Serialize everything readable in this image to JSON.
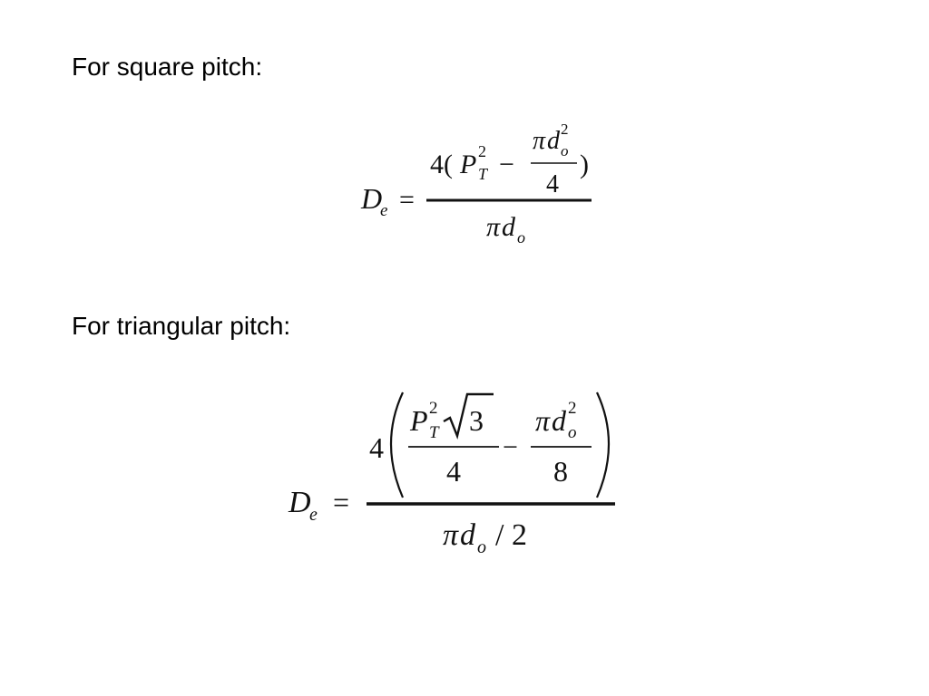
{
  "slide": {
    "square_caption": "For square pitch:",
    "triangular_caption": "For triangular pitch:"
  },
  "equation_square": {
    "lhs_symbol": "D",
    "lhs_sub": "e",
    "equals": "=",
    "num_coef": "4(",
    "pitch_symbol": "P",
    "pitch_sub": "T",
    "pitch_exp": "2",
    "minus": "−",
    "inner_num_pi": "π",
    "inner_num_d": "d",
    "inner_num_sub": "o",
    "inner_num_exp": "2",
    "close_paren": ")",
    "inner_den": "4",
    "den_pi": "π",
    "den_d": "d",
    "den_sub": "o"
  },
  "equation_triangular": {
    "lhs_symbol": "D",
    "lhs_sub": "e",
    "equals": "=",
    "num_coef": "4",
    "pitch_symbol": "P",
    "pitch_sub": "T",
    "pitch_exp": "2",
    "radicand": "3",
    "frac1_den": "4",
    "minus": "−",
    "frac2_num_pi": "π",
    "frac2_num_d": "d",
    "frac2_num_sub": "o",
    "frac2_num_exp": "2",
    "frac2_den": "8",
    "den_pi": "π",
    "den_d": "d",
    "den_sub": "o",
    "den_rest": "/ 2"
  }
}
